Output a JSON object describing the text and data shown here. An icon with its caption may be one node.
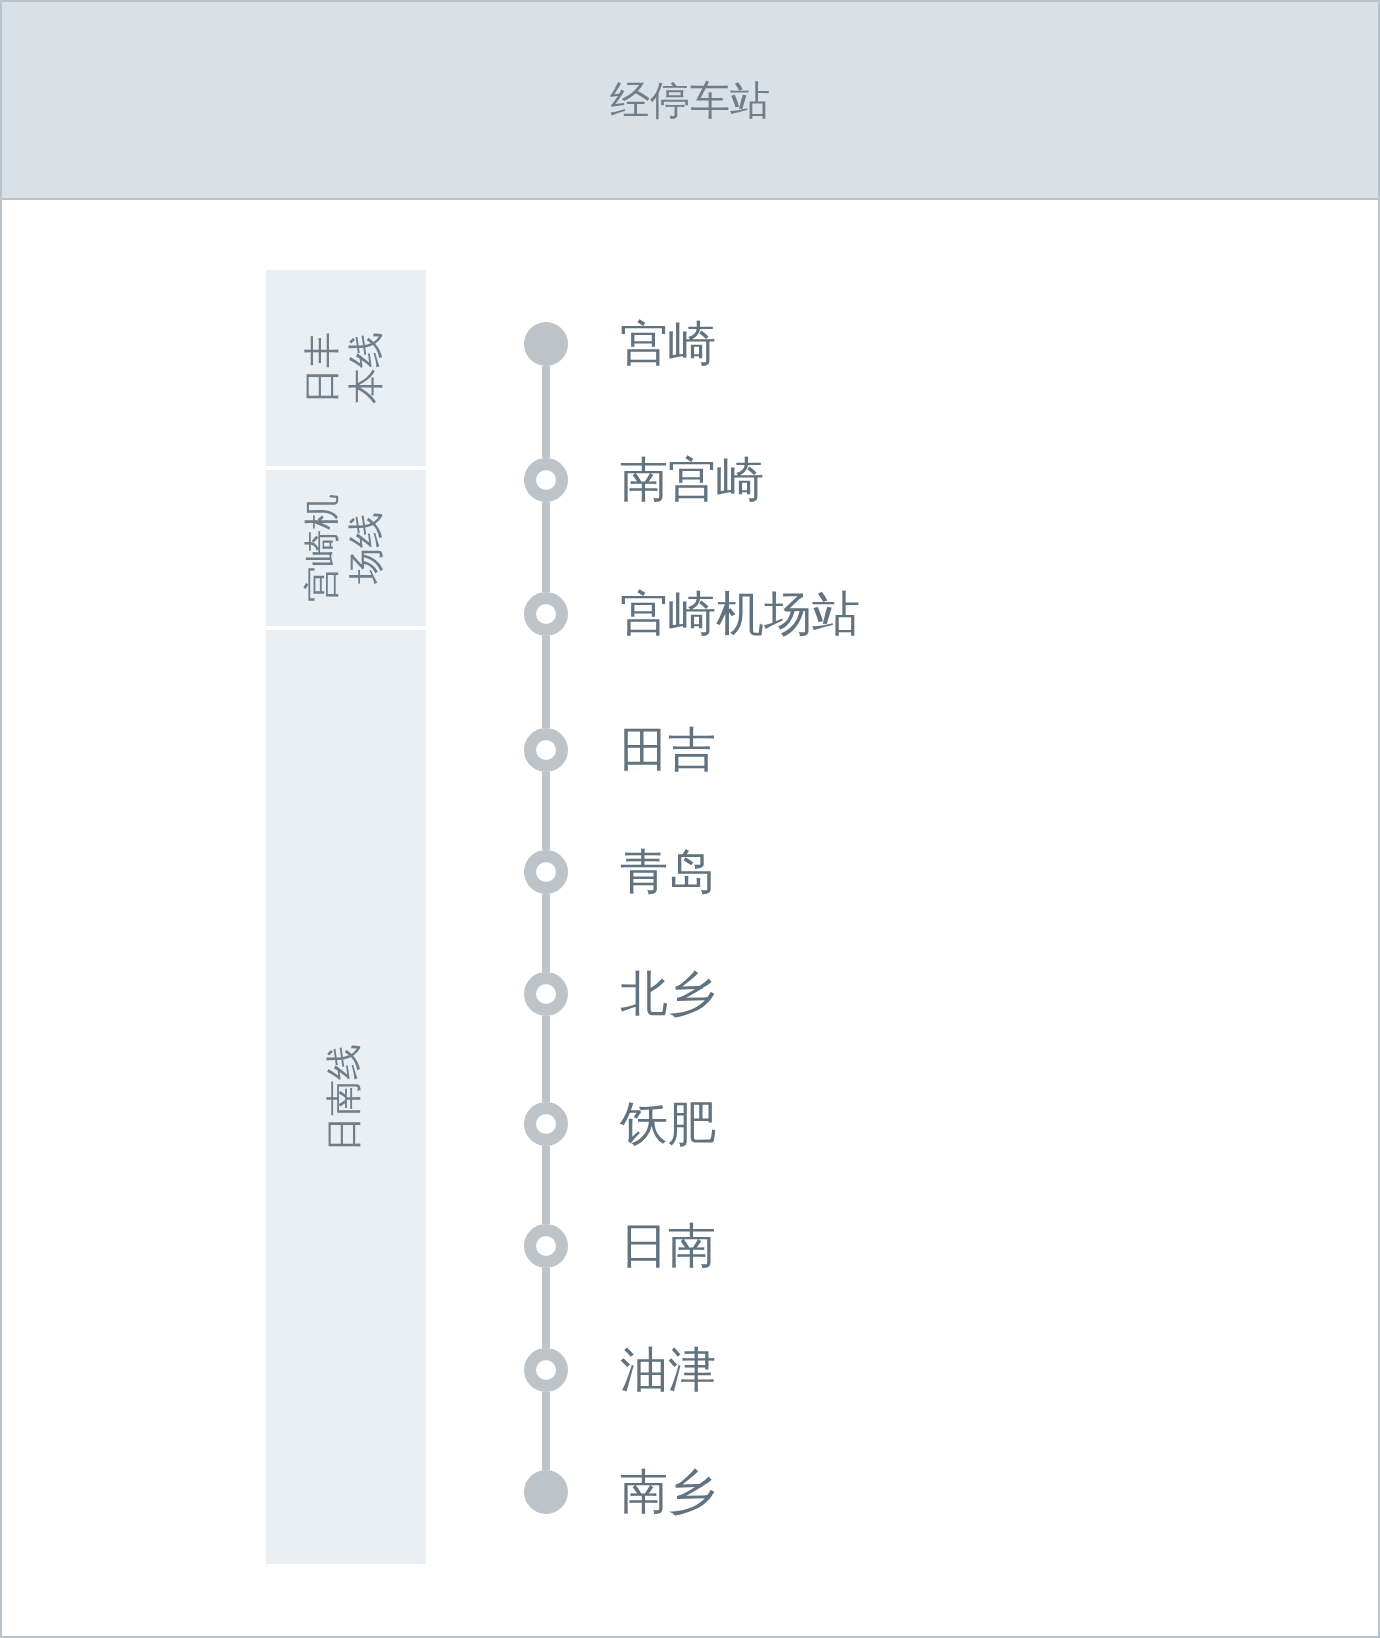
{
  "diagram": {
    "nodes": [
      {
        "text": [
          "经停车站"
        ]
      },
      {
        "text": [
          "日丰本线"
        ]
      },
      {
        "text": [
          "宫崎机场线"
        ]
      },
      {
        "text": [
          "日南线"
        ]
      },
      {
        "text": [],
        "shape": "circle",
        "beside": [
          "宫崎"
        ]
      },
      {
        "text": [],
        "shape": "circle",
        "beside": [
          "南宫崎"
        ]
      },
      {
        "text": [],
        "shape": "circle",
        "beside": [
          "宫崎机场站"
        ]
      },
      {
        "text": [],
        "shape": "circle",
        "beside": [
          "田吉"
        ]
      },
      {
        "text": [],
        "shape": "circle",
        "beside": [
          "青岛"
        ]
      },
      {
        "text": [],
        "shape": "circle",
        "beside": [
          "北乡"
        ]
      },
      {
        "text": [],
        "shape": "circle",
        "beside": [
          "饫肥"
        ]
      },
      {
        "text": [],
        "shape": "circle",
        "beside": [
          "日南"
        ]
      },
      {
        "text": [],
        "shape": "circle",
        "beside": [
          "油津"
        ]
      },
      {
        "text": [],
        "shape": "circle",
        "beside": [
          "南乡"
        ]
      }
    ],
    "edges": [
      {
        "from": 4,
        "to": 5,
        "arrow": "none"
      },
      {
        "from": 5,
        "to": 6,
        "arrow": "none"
      },
      {
        "from": 6,
        "to": 7,
        "arrow": "none"
      },
      {
        "from": 7,
        "to": 8,
        "arrow": "none"
      },
      {
        "from": 8,
        "to": 9,
        "arrow": "none"
      },
      {
        "from": 9,
        "to": 10,
        "arrow": "none"
      },
      {
        "from": 10,
        "to": 11,
        "arrow": "none"
      },
      {
        "from": 11,
        "to": 12,
        "arrow": "none"
      },
      {
        "from": 12,
        "to": 13,
        "arrow": "none"
      }
    ]
  }
}
